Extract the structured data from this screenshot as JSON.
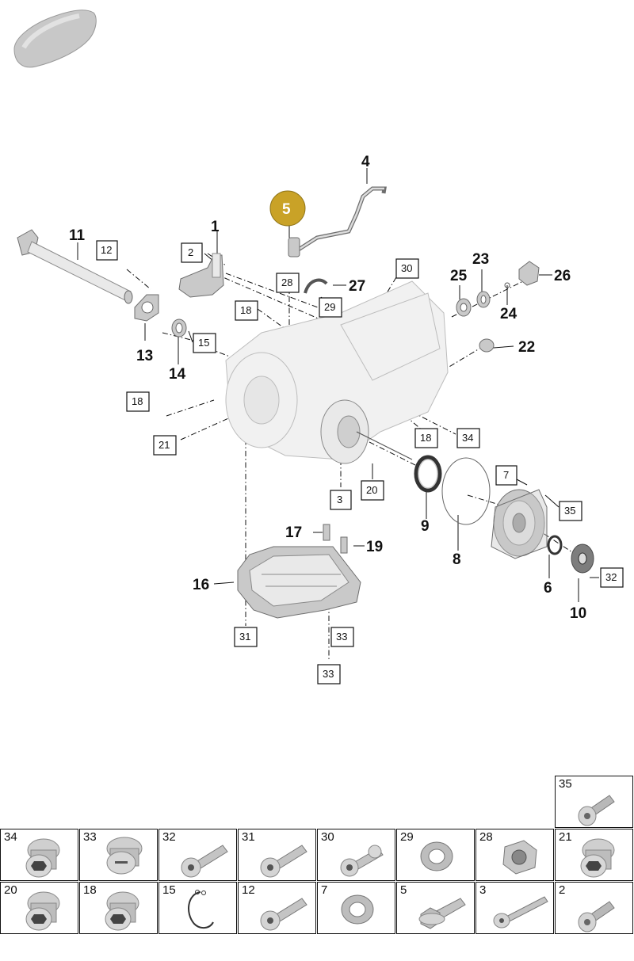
{
  "callouts": {
    "c1": "1",
    "c2": "2",
    "c3": "3",
    "c4": "4",
    "c5": "5",
    "c6": "6",
    "c7": "7",
    "c8": "8",
    "c9": "9",
    "c10": "10",
    "c11": "11",
    "c12": "12",
    "c13": "13",
    "c14": "14",
    "c15": "15",
    "c16": "16",
    "c17": "17",
    "c18a": "18",
    "c18b": "18",
    "c18c": "18",
    "c19": "19",
    "c20": "20",
    "c21": "21",
    "c22": "22",
    "c23": "23",
    "c24": "24",
    "c25": "25",
    "c26": "26",
    "c27": "27",
    "c28": "28",
    "c29": "29",
    "c30": "30",
    "c31": "31",
    "c32": "32",
    "c33a": "33",
    "c33b": "33",
    "c34": "34",
    "c35": "35"
  },
  "highlight_color": "#c9a227",
  "legend": {
    "row0": [
      {
        "num": "35",
        "icon": "button-head-bolt-icon"
      }
    ],
    "row1": [
      {
        "num": "34",
        "icon": "hex-socket-plug-icon"
      },
      {
        "num": "33",
        "icon": "slotted-plug-icon"
      },
      {
        "num": "32",
        "icon": "torx-bolt-icon"
      },
      {
        "num": "31",
        "icon": "torx-bolt-icon"
      },
      {
        "num": "30",
        "icon": "stepped-bolt-icon"
      },
      {
        "num": "29",
        "icon": "sealing-ring-icon"
      },
      {
        "num": "28",
        "icon": "hex-nut-icon"
      },
      {
        "num": "21",
        "icon": "hex-socket-plug-icon"
      }
    ],
    "row2": [
      {
        "num": "20",
        "icon": "hex-socket-plug-icon"
      },
      {
        "num": "18",
        "icon": "hex-socket-plug-icon"
      },
      {
        "num": "15",
        "icon": "circlip-icon"
      },
      {
        "num": "12",
        "icon": "torx-bolt-icon"
      },
      {
        "num": "7",
        "icon": "sealing-ring-icon"
      },
      {
        "num": "5",
        "icon": "flange-bolt-icon"
      },
      {
        "num": "3",
        "icon": "long-stud-bolt-icon"
      },
      {
        "num": "2",
        "icon": "button-head-bolt-icon"
      }
    ]
  }
}
